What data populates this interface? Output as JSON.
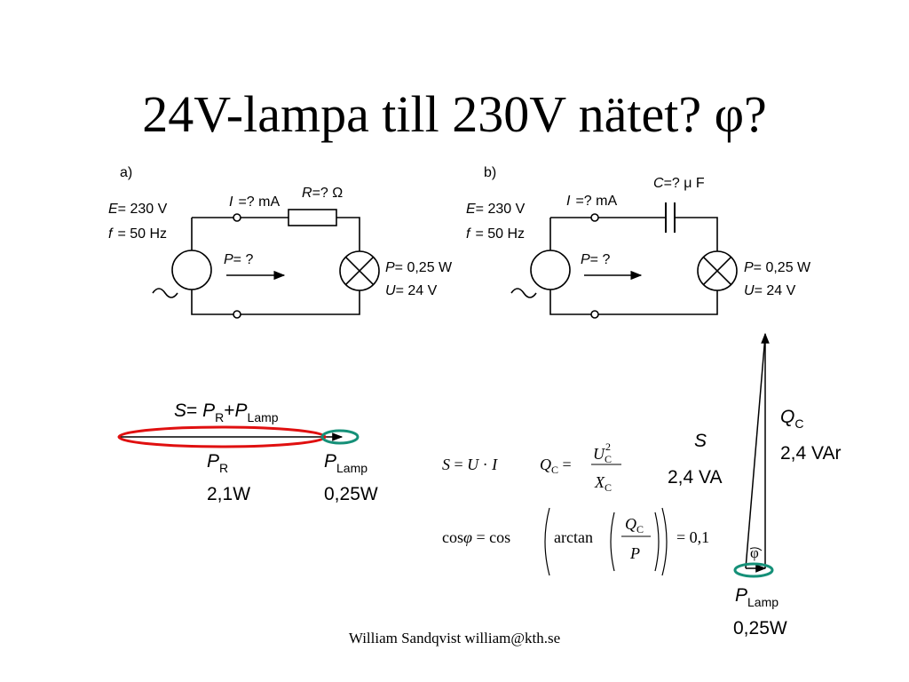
{
  "slide": {
    "title": "24V-lampa till 230V nätet? φ?",
    "footer": "William Sandqvist  william@kth.se"
  },
  "circuit_a": {
    "label": "a)",
    "source_voltage": "= 230 V",
    "source_freq": "= 50 Hz",
    "current": "=? mA",
    "resistor": "=? Ω",
    "power_in": "= ?",
    "lamp_power": "= 0,25 W",
    "lamp_voltage": "= 24 V"
  },
  "circuit_b": {
    "label": "b)",
    "source_voltage": "= 230 V",
    "source_freq": "= 50 Hz",
    "current": "=? mA",
    "capacitor": "=? μ F",
    "power_in": "= ?",
    "lamp_power": "= 0,25 W",
    "lamp_voltage": "= 24 V"
  },
  "phasor_a": {
    "sum": "S=  PR+PLamp",
    "pr_value": "2,1W",
    "plamp_value": "0,25W"
  },
  "phasor_b": {
    "qc_value": "2,4 VAr",
    "s_value": "2,4 VA",
    "phi": "φ",
    "plamp_value": "0,25W"
  },
  "formulas": {
    "result": "= 0,1"
  },
  "colors": {
    "ellipse_red": "#e01010",
    "ellipse_green": "#159078"
  }
}
